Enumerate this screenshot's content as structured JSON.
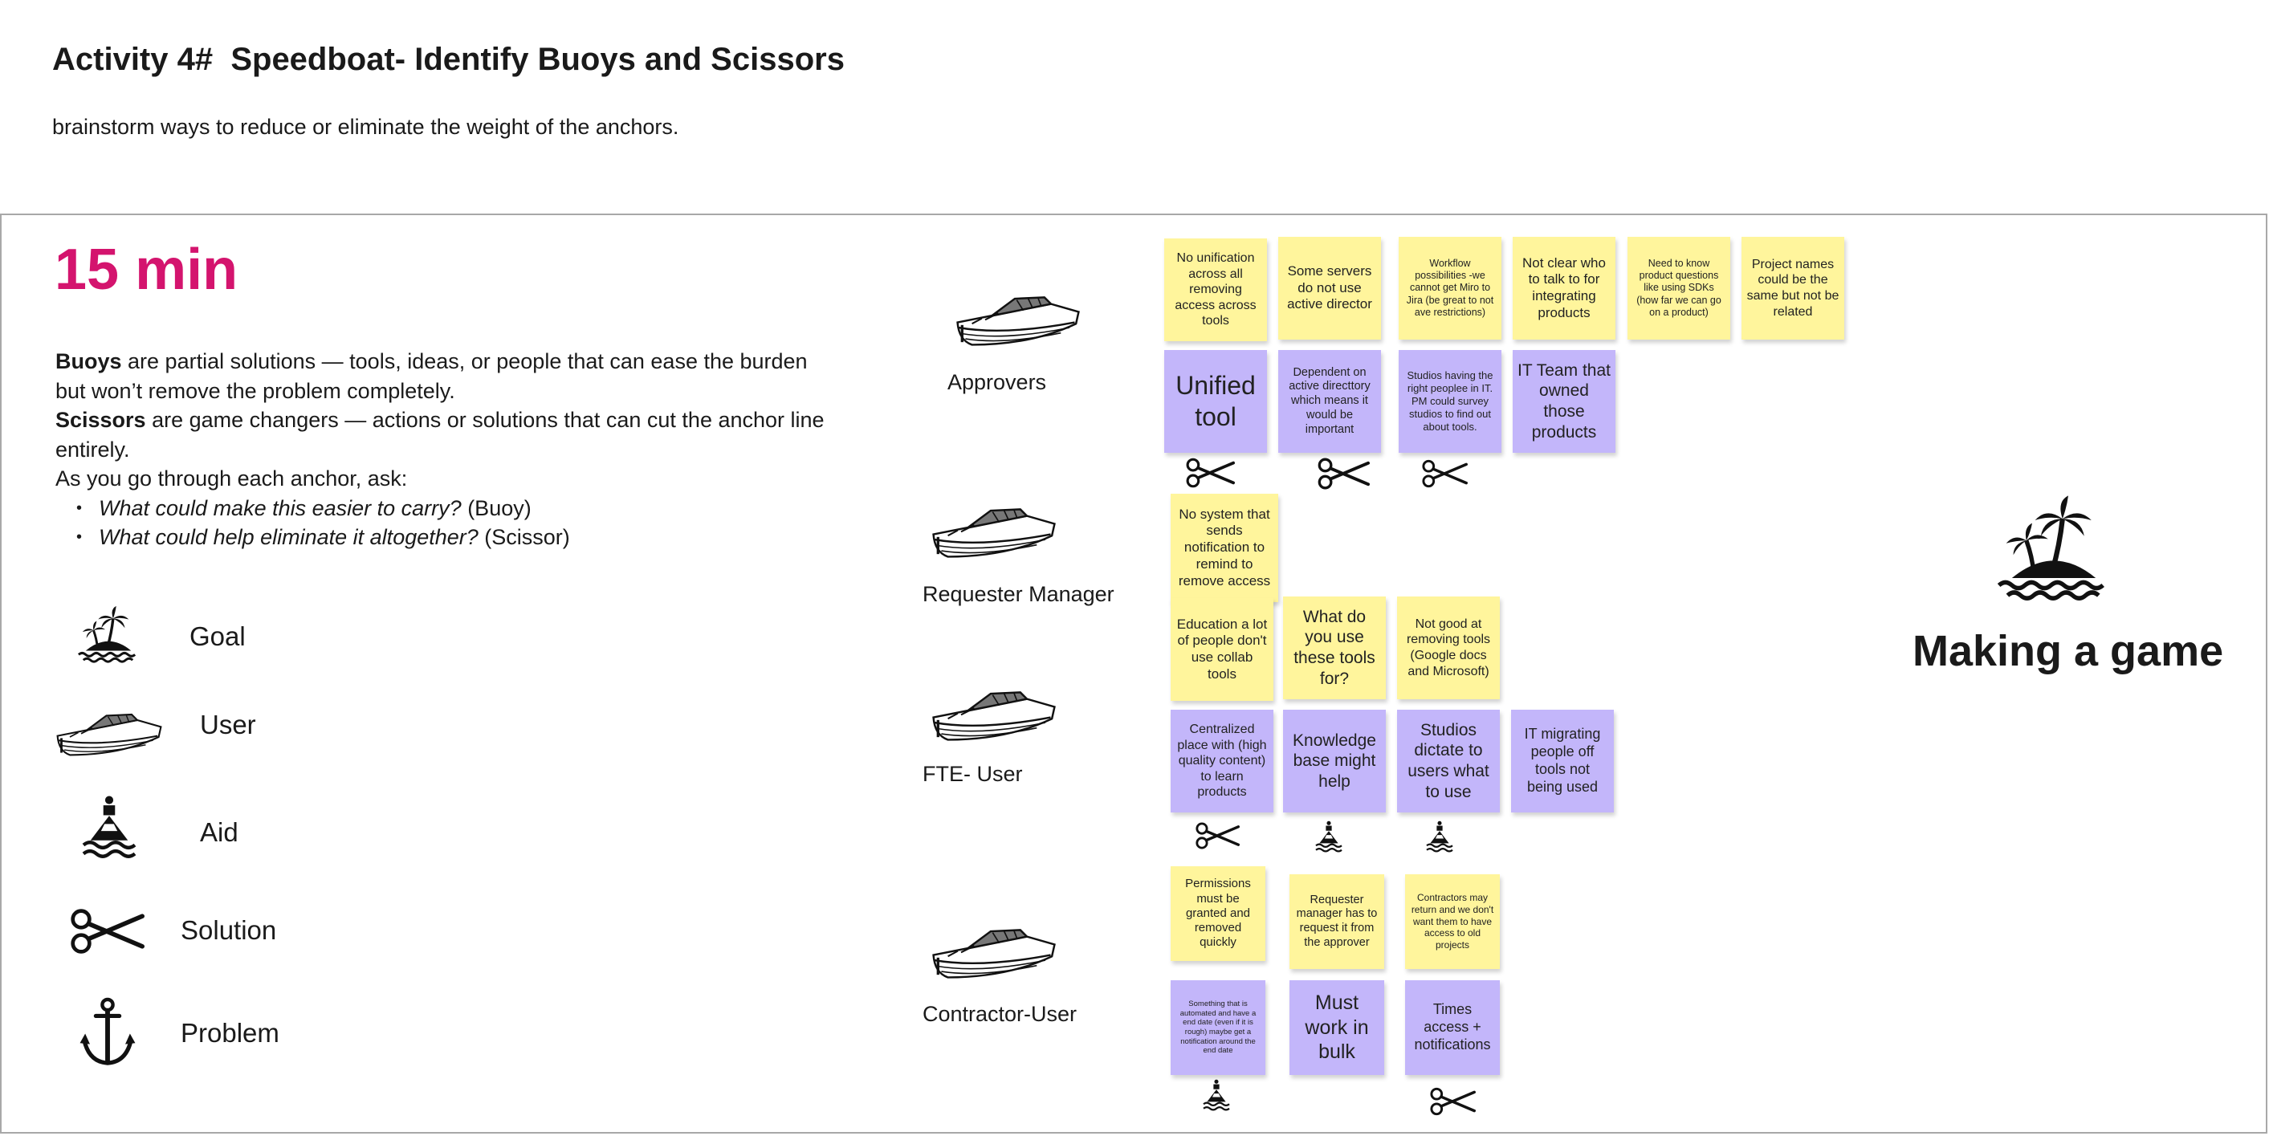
{
  "header": {
    "title": "Activity 4#  Speedboat- Identify Buoys and Scissors",
    "subtitle": "brainstorm ways to reduce or eliminate the weight of the anchors."
  },
  "timer": "15 min",
  "instructions": {
    "buoys_term": "Buoys",
    "buoys_text": " are partial solutions — tools, ideas, or people that can ease the burden but won’t remove the problem completely.",
    "scissors_term": "Scissors",
    "scissors_text": " are game changers — actions or solutions that can cut the anchor line entirely.",
    "ask": "As you go through each anchor, ask:",
    "q1": "What could make this easier to carry?",
    "q1_tag": " (Buoy)",
    "q2": "What could help eliminate it altogether?",
    "q2_tag": " (Scissor)"
  },
  "legend": {
    "goal": "Goal",
    "user": "User",
    "aid": "Aid",
    "solution": "Solution",
    "problem": "Problem"
  },
  "lanes": {
    "approvers": "Approvers",
    "requester_manager": "Requester Manager",
    "fte_user": "FTE- User",
    "contractor_user": "Contractor-User"
  },
  "goal": {
    "title": "Making a game"
  },
  "notes": {
    "a_y1": "No unification across all removing access across tools",
    "a_y2": "Some servers do not use active director",
    "a_y3": "Workflow possibilities -we cannot get Miro to Jira (be great to not ave restrictions)",
    "a_y4": "Not clear who to talk to for integrating products",
    "a_y5": "Need to know product questions like using SDKs (how far we can go on a product)",
    "a_y6": "Project names could be the same but not be related",
    "a_p1": "Unified tool",
    "a_p2": "Dependent on active directtory which means it would be important",
    "a_p3": "Studios having the right peoplee in IT. PM could survey studios to find out about tools.",
    "a_p4": "IT Team that owned those products",
    "rm_y1": "No system that sends notification to remind to remove access",
    "f_y1": "Education a lot of people don't use collab tools",
    "f_y2": "What do you use these tools for?",
    "f_y3": "Not good at removing tools (Google docs and Microsoft)",
    "f_p1": "Centralized place with (high quality content) to learn products",
    "f_p2": "Knowledge base might help",
    "f_p3": "Studios dictate to users what to use",
    "f_p4": "IT migrating people off tools not being used",
    "c_y1": "Permissions must be granted and removed quickly",
    "c_y2": "Requester manager has to request it from the approver",
    "c_y3": "Contractors may return and we don't want them to have access to old projects",
    "c_p1": "Something that is automated and have a end date (even if it is rough) maybe get a notification around the end date",
    "c_p2": "Must work in bulk",
    "c_p3": "Times access + notifications"
  },
  "colors": {
    "accent": "#d4146e",
    "sticky_yellow": "#fff59c",
    "sticky_purple": "#c3b6fa"
  }
}
